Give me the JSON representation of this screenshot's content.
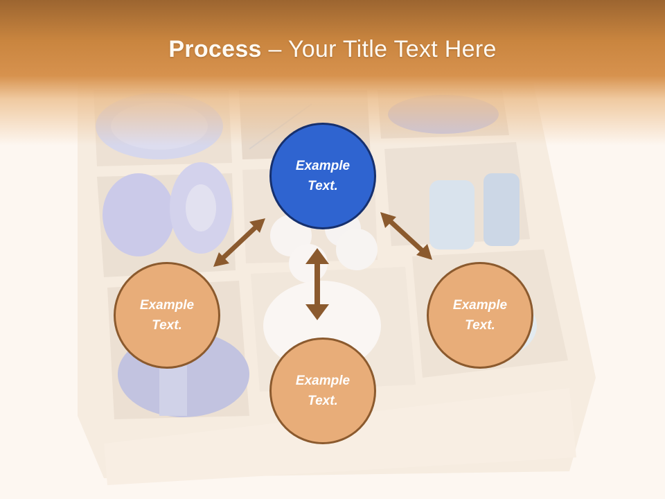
{
  "slide": {
    "title_strong": "Process",
    "title_rest": " – Your Title Text Here"
  },
  "diagram": {
    "nodes": [
      {
        "text": "Example\nText.",
        "color": "#2f64d0",
        "role": "center"
      },
      {
        "text": "Example\nText.",
        "color": "#e8ad79",
        "role": "left"
      },
      {
        "text": "Example\nText.",
        "color": "#e8ad79",
        "role": "bottom"
      },
      {
        "text": "Example\nText.",
        "color": "#e8ad79",
        "role": "right"
      }
    ],
    "arrow_color": "#8b5a2e"
  },
  "colors": {
    "header": "#c9853f",
    "background": "#fdf7f1"
  }
}
